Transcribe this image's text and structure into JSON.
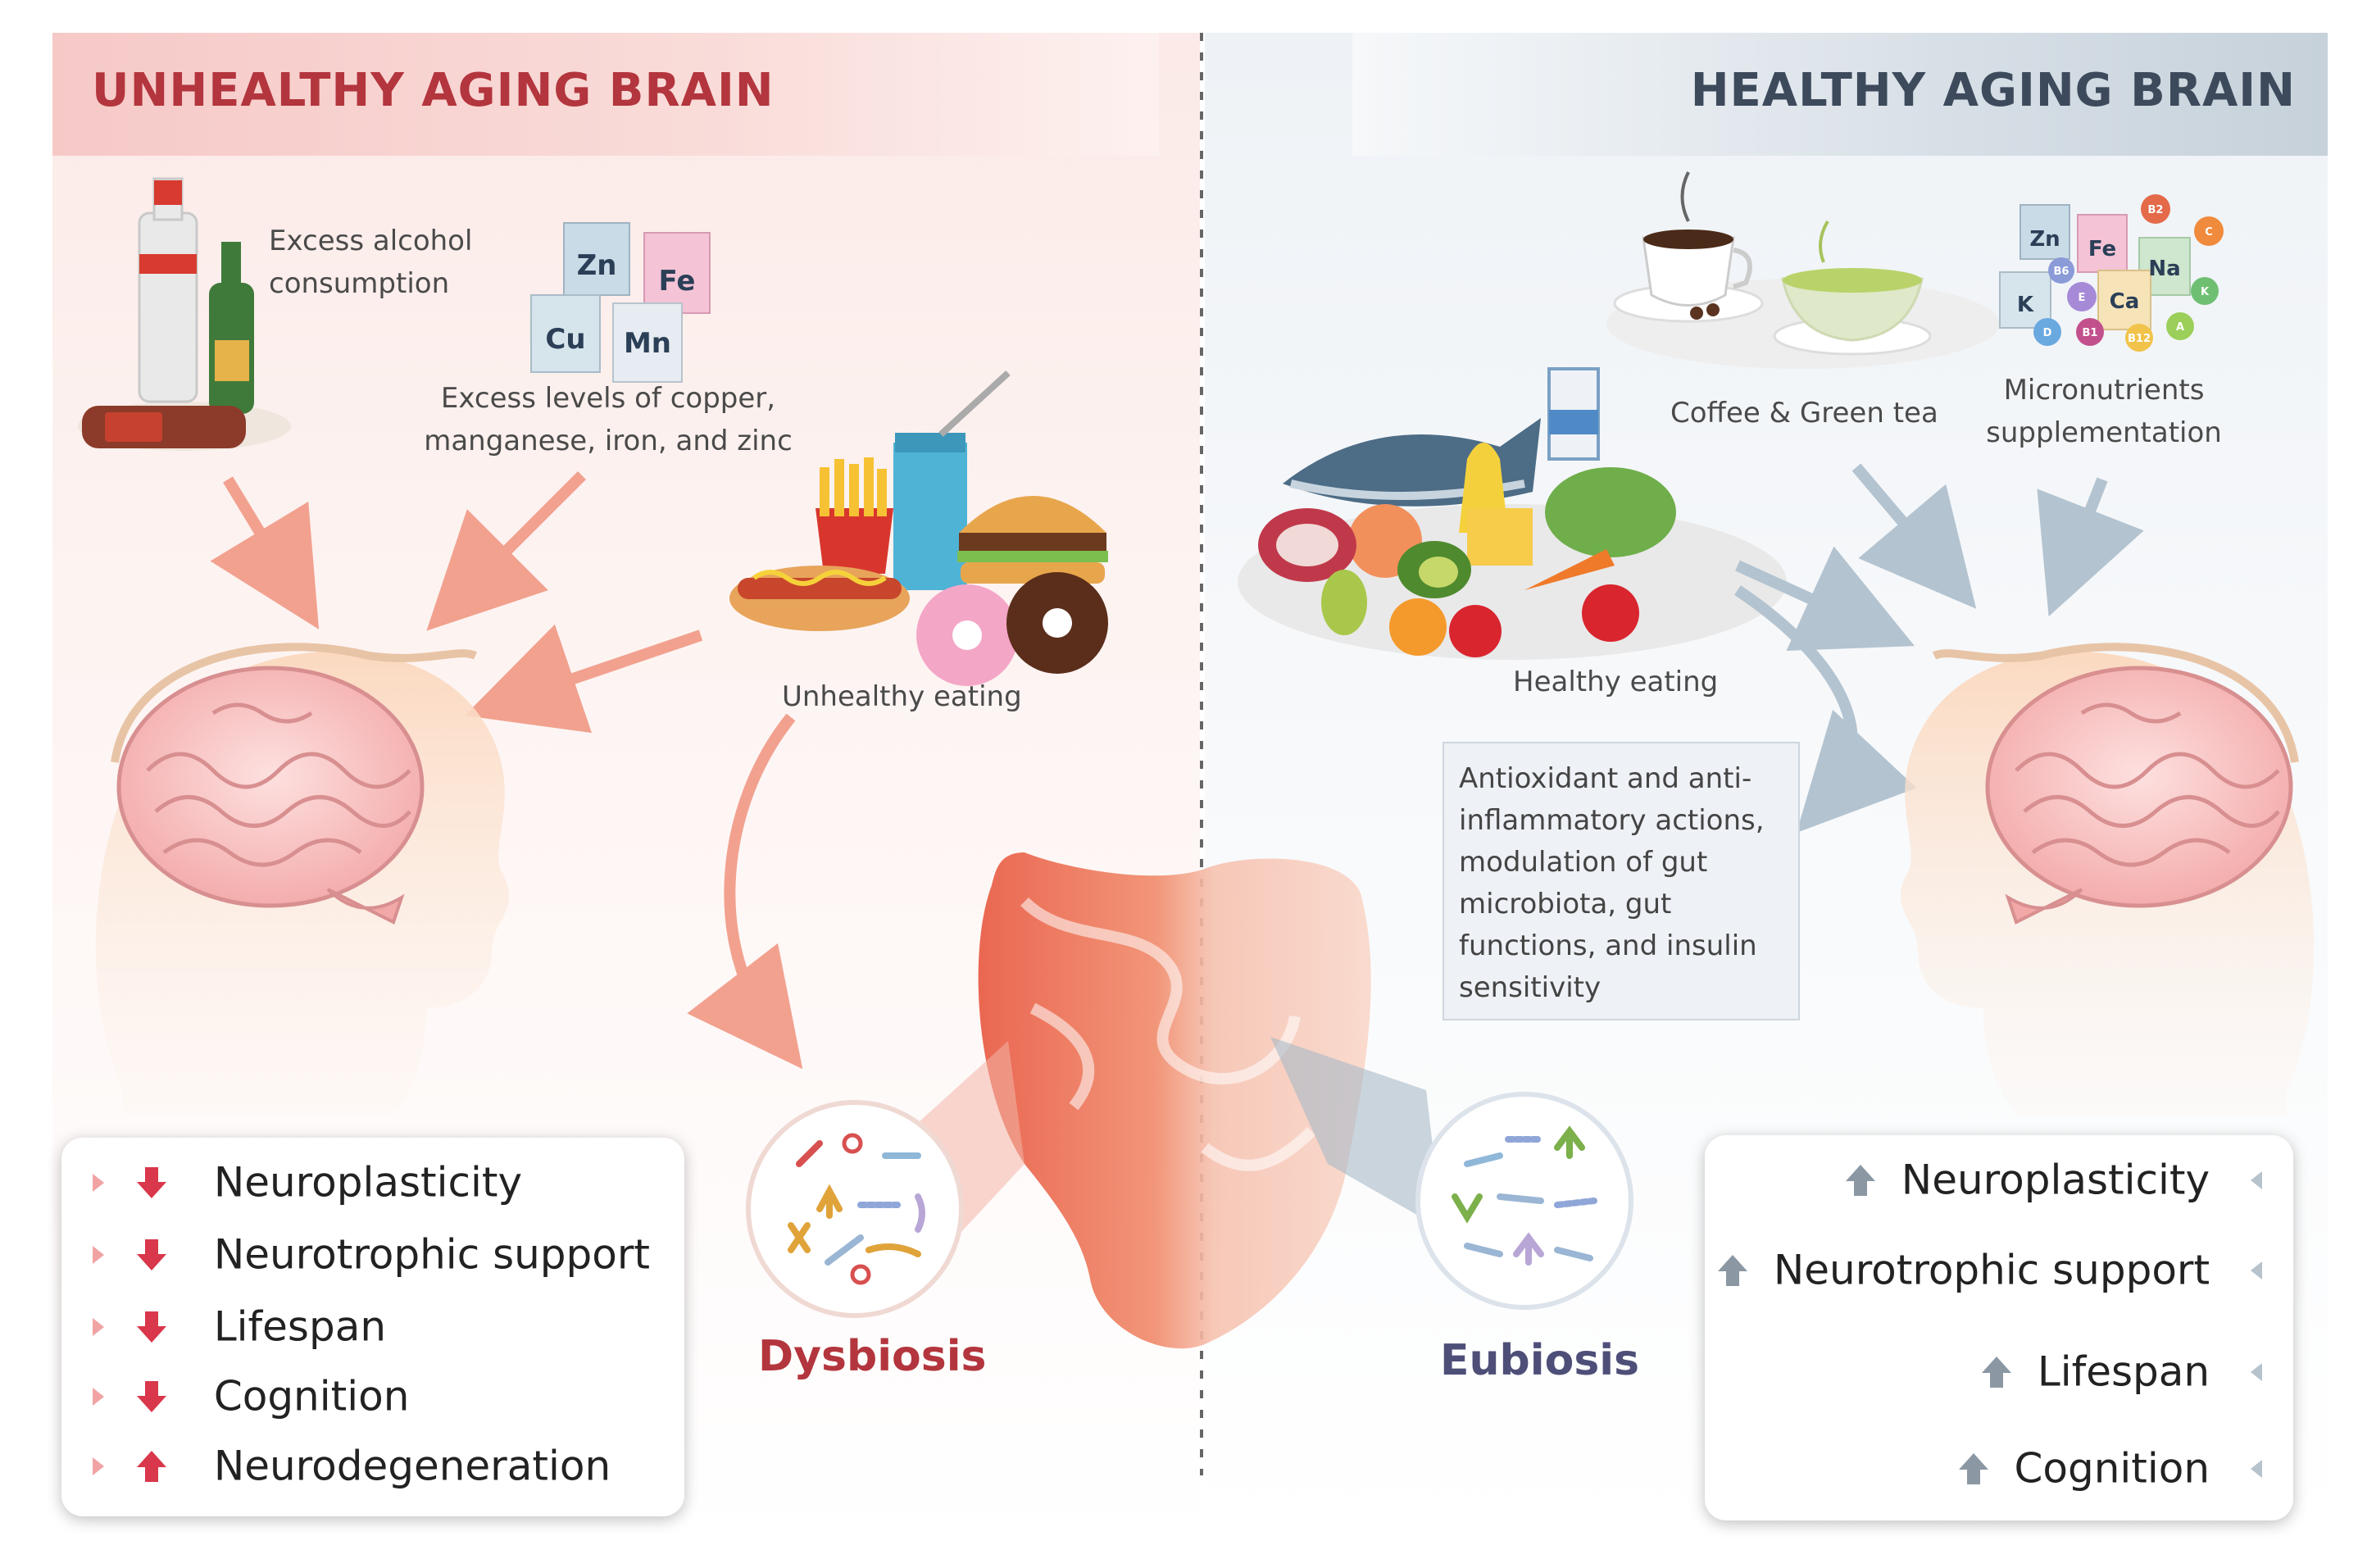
{
  "left_panel": {
    "title": "UNHEALTHY AGING BRAIN",
    "title_color": "#b3353d",
    "inputs": [
      {
        "id": "alcohol",
        "label_lines": [
          "Excess alcohol",
          "consumption"
        ]
      },
      {
        "id": "metals",
        "label_lines": [
          "Excess levels of copper,",
          "manganese, iron, and zinc"
        ],
        "tiles": [
          "Zn",
          "Fe",
          "Cu",
          "Mn"
        ]
      },
      {
        "id": "unhealthy_eating",
        "label_lines": [
          "Unhealthy eating"
        ]
      }
    ],
    "gut_state": "Dysbiosis",
    "gut_state_color": "#b3353d",
    "effects": [
      {
        "label": "Neuroplasticity",
        "direction": "down"
      },
      {
        "label": "Neurotrophic support",
        "direction": "down"
      },
      {
        "label": "Lifespan",
        "direction": "down"
      },
      {
        "label": "Cognition",
        "direction": "down"
      },
      {
        "label": "Neurodegeneration",
        "direction": "up"
      }
    ]
  },
  "right_panel": {
    "title": "HEALTHY AGING BRAIN",
    "title_color": "#3d4a5c",
    "inputs": [
      {
        "id": "coffee_tea",
        "label_lines": [
          "Coffee & Green tea"
        ]
      },
      {
        "id": "micronutrients",
        "label_lines": [
          "Micronutrients",
          "supplementation"
        ],
        "tiles": [
          "Zn",
          "Fe",
          "Na",
          "K",
          "Ca"
        ],
        "bubbles": [
          "B2",
          "C",
          "B6",
          "E",
          "K",
          "D",
          "B1",
          "B12",
          "A"
        ]
      },
      {
        "id": "healthy_eating",
        "label_lines": [
          "Healthy eating"
        ]
      }
    ],
    "mechanism_lines": [
      "Antioxidant and anti-",
      "inflammatory actions,",
      "modulation of gut",
      "microbiota, gut",
      "functions, and insulin",
      "sensitivity"
    ],
    "gut_state": "Eubiosis",
    "gut_state_color": "#4e4f78",
    "effects": [
      {
        "label": "Neuroplasticity",
        "direction": "up"
      },
      {
        "label": "Neurotrophic support",
        "direction": "up"
      },
      {
        "label": "Lifespan",
        "direction": "up"
      },
      {
        "label": "Cognition",
        "direction": "up"
      }
    ]
  },
  "colors": {
    "down_arrow": "#d9374b",
    "up_arrow_left": "#d9374b",
    "up_arrow_right": "#8b98a4",
    "left_arrows": "#f2a18f",
    "right_arrows": "#b3c3d0",
    "brain": "#f7b8b8",
    "head_skin": "#fbe0c8"
  }
}
